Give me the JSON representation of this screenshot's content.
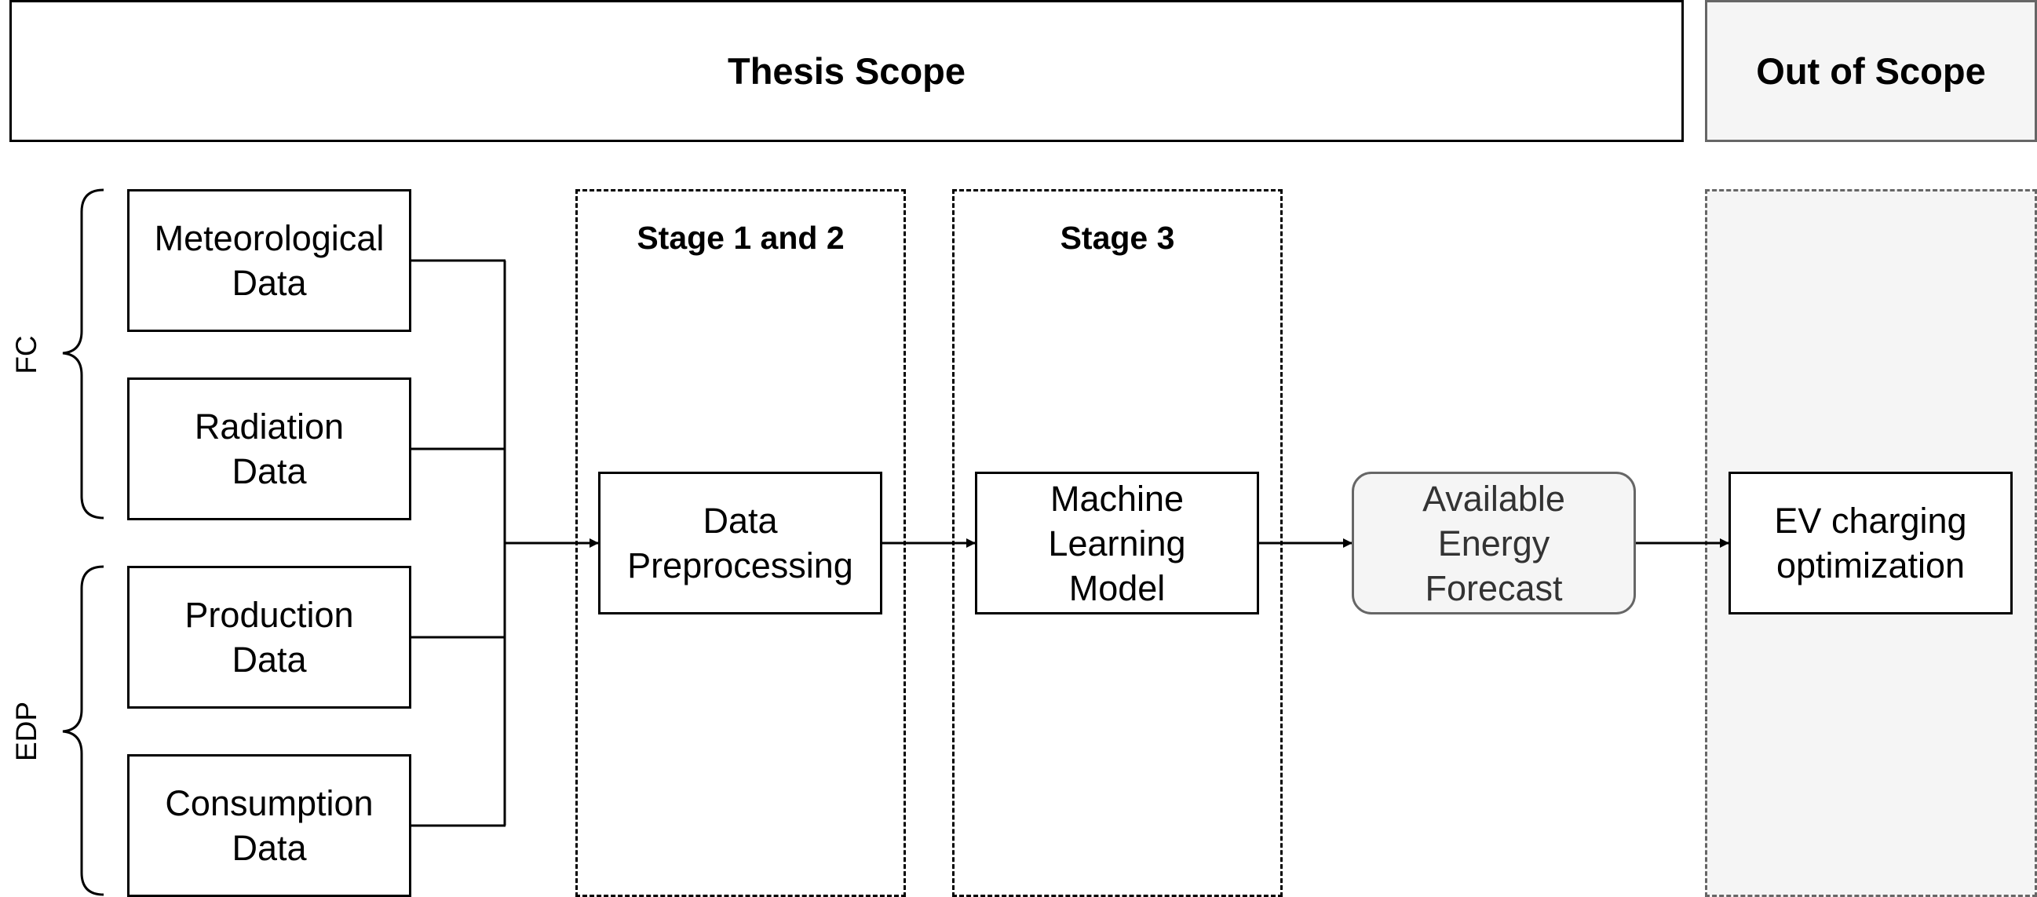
{
  "headers": {
    "in_scope": "Thesis Scope",
    "out_scope": "Out of Scope"
  },
  "groups": {
    "fc": "FC",
    "edp": "EDP"
  },
  "sources": {
    "meteorological": "Meteorological\nData",
    "radiation": "Radiation\nData",
    "production": "Production\nData",
    "consumption": "Consumption\nData"
  },
  "stages": {
    "stage12": "Stage 1 and 2",
    "stage3": "Stage 3"
  },
  "process": {
    "preprocessing": "Data\nPreprocessing",
    "ml_model": "Machine\nLearning\nModel",
    "forecast": "Available\nEnergy\nForecast",
    "ev": "EV charging\noptimization"
  }
}
